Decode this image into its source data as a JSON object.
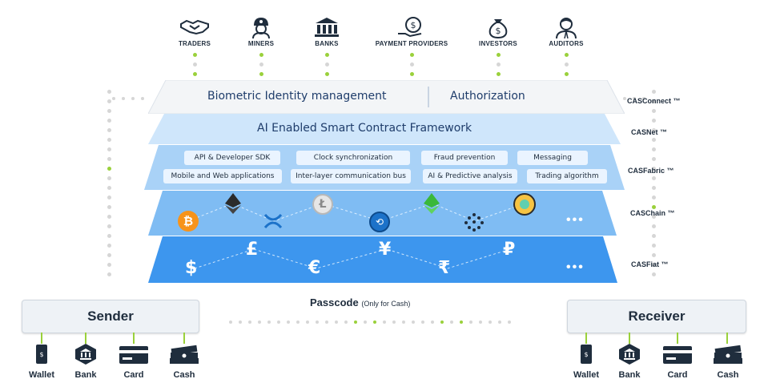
{
  "top_entities": [
    {
      "label": "TRADERS",
      "icon": "handshake-icon"
    },
    {
      "label": "MINERS",
      "icon": "miner-icon"
    },
    {
      "label": "BANKS",
      "icon": "bank-icon"
    },
    {
      "label": "PAYMENT PROVIDERS",
      "icon": "money-bag-hand-icon"
    },
    {
      "label": "INVESTORS",
      "icon": "money-bag-icon"
    },
    {
      "label": "AUDITORS",
      "icon": "auditor-icon"
    }
  ],
  "layers": {
    "connect": {
      "name": "CASConnect ™",
      "left_text": "Biometric Identity management",
      "right_text": "Authorization"
    },
    "net": {
      "name": "CASNet ™",
      "text": "AI Enabled Smart Contract Framework"
    },
    "fabric": {
      "name": "CASFabric ™",
      "pills": [
        "API & Developer SDK",
        "Clock synchronization",
        "Fraud prevention",
        "Messaging",
        "Mobile and Web applications",
        "Inter-layer communication bus",
        "AI & Predictive analysis",
        "Trading algorithm"
      ]
    },
    "chain": {
      "name": "CASChain ™",
      "more": "•••"
    },
    "fiat": {
      "name": "CASFiat ™",
      "symbols": [
        "$",
        "€",
        "£",
        "¥",
        "₹",
        "₽"
      ],
      "more": "•••"
    }
  },
  "sender": {
    "label": "Sender"
  },
  "receiver": {
    "label": "Receiver"
  },
  "passcode": {
    "label": "Passcode",
    "note": "(Only for Cash)"
  },
  "payment_methods": [
    {
      "label": "Wallet",
      "icon": "wallet-phone-icon"
    },
    {
      "label": "Bank",
      "icon": "bank-icon"
    },
    {
      "label": "Card",
      "icon": "card-icon"
    },
    {
      "label": "Cash",
      "icon": "cash-icon"
    }
  ],
  "colors": {
    "accent_green": "#9ad13b",
    "fabric": "#a9d2f7",
    "chain": "#7fbcf3",
    "fiat": "#3d96ee",
    "text_dark": "#1f2d3d"
  }
}
